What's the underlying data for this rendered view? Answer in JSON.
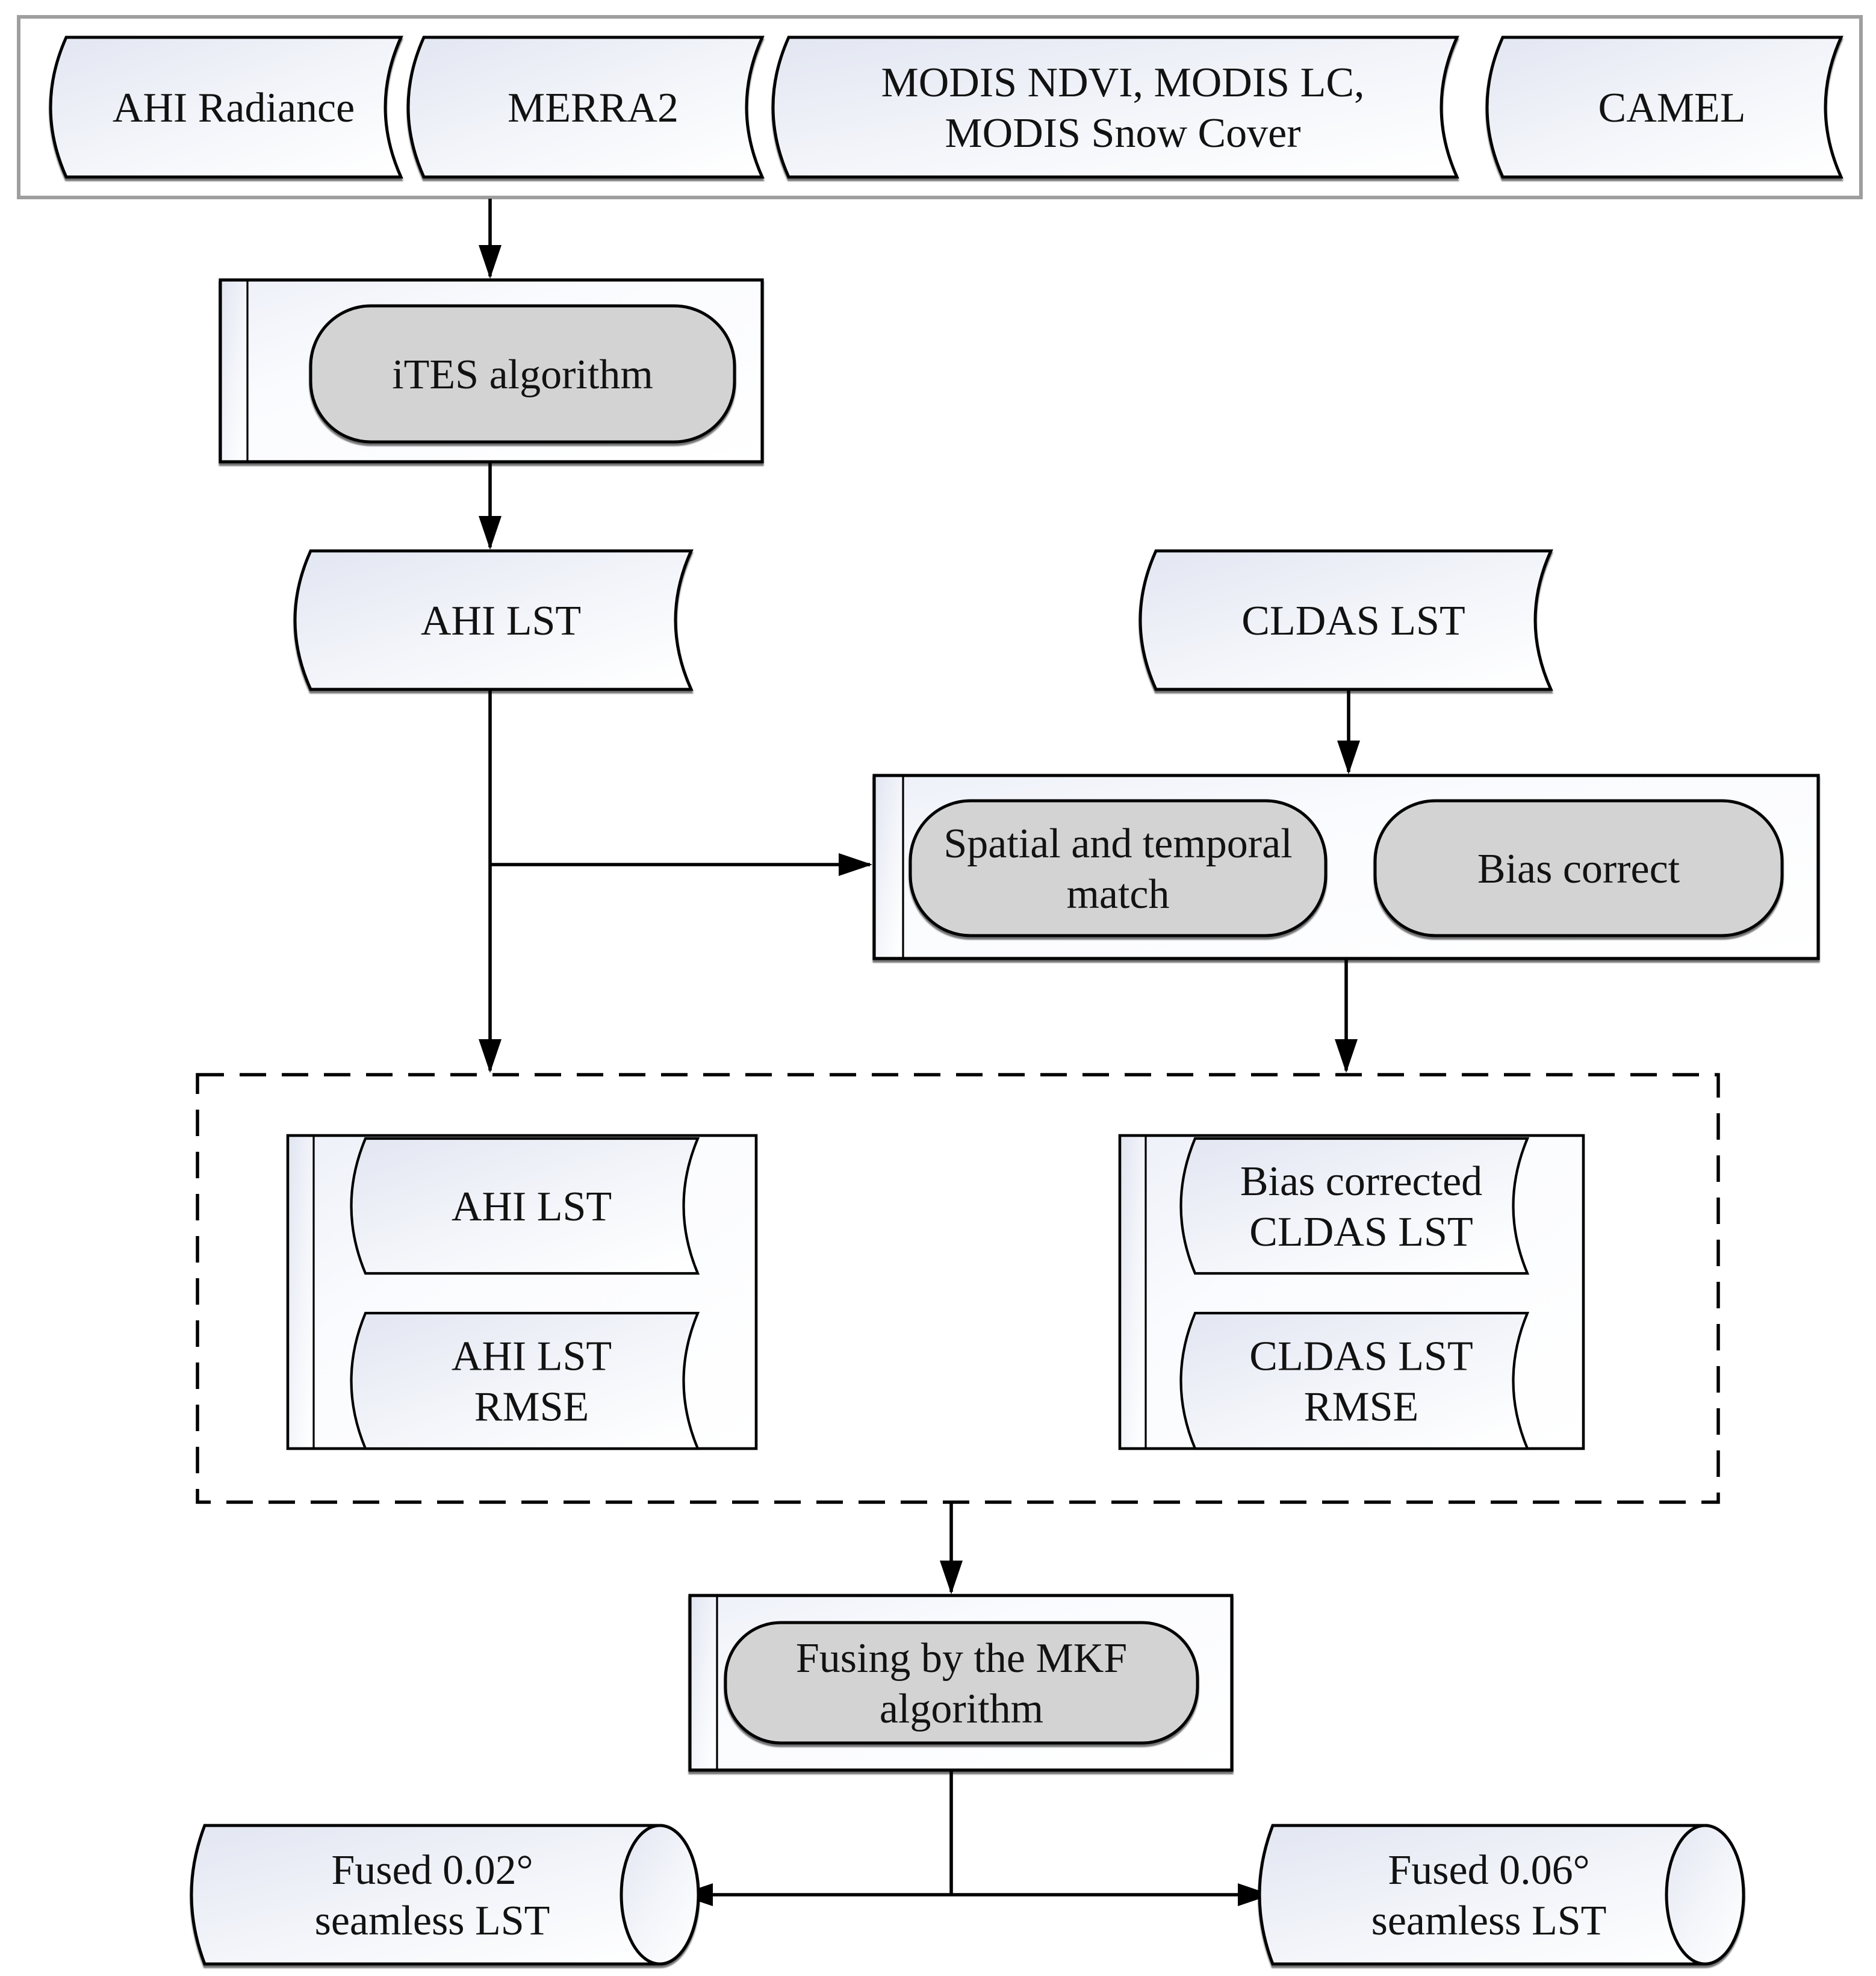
{
  "diagram": {
    "type": "flowchart",
    "description": "LST fusion processing flowchart",
    "colors": {
      "shape_border": "#000000",
      "container_border": "#9e9e9e",
      "data_shape_fill_start": "#e2e6f1",
      "data_shape_fill_end": "#ffffff",
      "process_shape_fill": "#d3d3d4",
      "background": "#ffffff",
      "text": "#121212"
    },
    "inputs_row": {
      "ahi_radiance": {
        "lines": [
          "AHI Radiance"
        ]
      },
      "merra2": {
        "lines": [
          "MERRA2"
        ]
      },
      "modis": {
        "lines": [
          "MODIS NDVI, MODIS LC,",
          "MODIS Snow Cover"
        ]
      },
      "camel": {
        "lines": [
          "CAMEL"
        ]
      }
    },
    "nodes": {
      "ites": {
        "lines": [
          "iTES algorithm"
        ]
      },
      "ahi_lst": {
        "lines": [
          "AHI LST"
        ]
      },
      "cldas_lst": {
        "lines": [
          "CLDAS LST"
        ]
      },
      "spatial_match": {
        "lines": [
          "Spatial and temporal",
          "match"
        ]
      },
      "bias_correct": {
        "lines": [
          "Bias correct"
        ]
      },
      "group_ahi_lst": {
        "lines": [
          "AHI LST"
        ]
      },
      "group_ahi_rmse": {
        "lines": [
          "AHI LST",
          "RMSE"
        ]
      },
      "group_cldas": {
        "lines": [
          "Bias corrected",
          "CLDAS LST"
        ]
      },
      "group_cldas_rmse": {
        "lines": [
          "CLDAS LST",
          "RMSE"
        ]
      },
      "mkf": {
        "lines": [
          "Fusing by the MKF",
          "algorithm"
        ]
      },
      "fused_002": {
        "lines": [
          "Fused 0.02°",
          "seamless LST"
        ]
      },
      "fused_006": {
        "lines": [
          "Fused 0.06°",
          "seamless LST"
        ]
      }
    }
  }
}
